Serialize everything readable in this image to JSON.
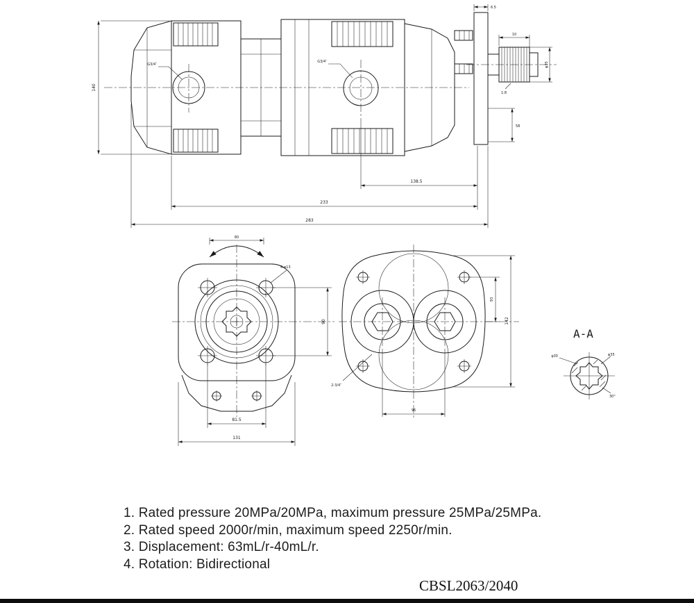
{
  "document": {
    "model_number": "CBSL2063/2040",
    "background_color": "#ffffff",
    "line_color": "#1a1a1a"
  },
  "specs": {
    "lines": [
      "1. Rated pressure 20MPa/20MPa, maximum pressure 25MPa/25MPa.",
      "2. Rated speed 2000r/min, maximum speed 2250r/min.",
      "3. Displacement: 63mL/r-40mL/r.",
      "4. Rotation: Bidirectional"
    ]
  },
  "drawing": {
    "section_label": "A-A",
    "top_view": {
      "dim_height": "140",
      "dim_top_right": "6.5",
      "dim_shaft_len": "10",
      "dim_shaft_dia": "φ35",
      "dim_taper": "1:8",
      "dim_right": "58",
      "dim_port_span": "138.5",
      "dim_body_len": "233",
      "dim_total_len": "283",
      "port_note_left": "G3/4″",
      "port_note_right": "G3/4″"
    },
    "front_view": {
      "dim_rotation": "80",
      "bolt_note": "4-φ13",
      "dim_bolt_v": "90",
      "dim_bolt_h": "81.5",
      "dim_width": "131"
    },
    "rear_view": {
      "port_note": "2-3/4″",
      "dim_upper": "93",
      "dim_height": "142",
      "dim_bottom": "96"
    },
    "section_view": {
      "dim_major": "φ35",
      "dim_minor": "φ30",
      "dim_angle": "30°"
    }
  }
}
